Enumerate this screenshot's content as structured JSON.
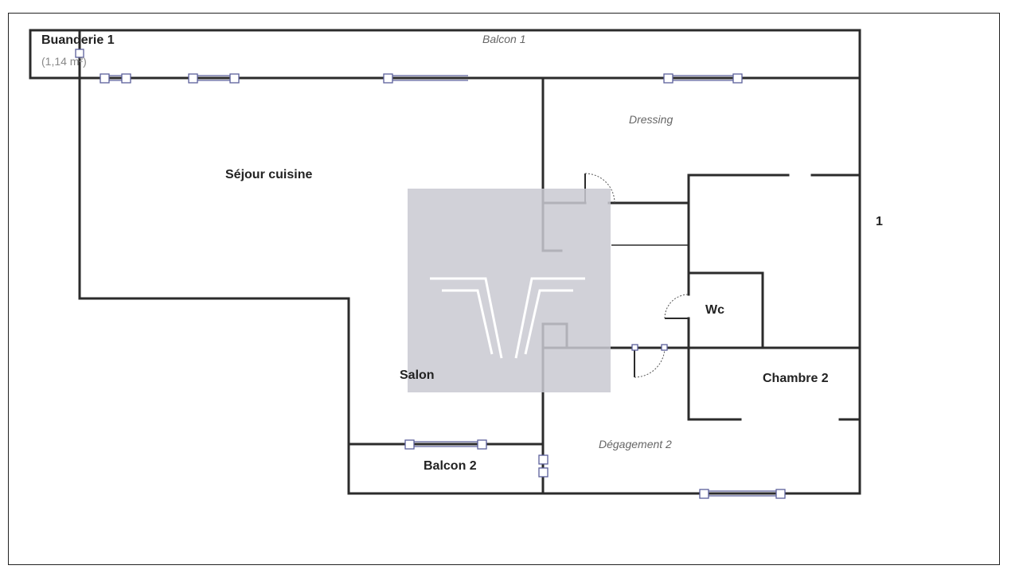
{
  "rooms": {
    "buanderie": {
      "name": "Buanderie 1",
      "area": "(1,14 m²)"
    },
    "cuisine": {
      "name": "Séjour cuisine"
    },
    "salon": {
      "name": "Salon"
    },
    "balcon": {
      "name": "Balcon 2"
    },
    "wc": {
      "name": "Wc"
    },
    "chambre1": {
      "name": "1"
    },
    "chambre2": {
      "name": "Chambre 2"
    },
    "degagement": {
      "name": "Dégagement 2"
    },
    "balcon1": {
      "name": "Balcon 1"
    },
    "dressing": {
      "name": "Dressing"
    }
  },
  "colors": {
    "wall": "#2b2b2b",
    "window": "#5b5f9a",
    "watermark": "#c9c9d1"
  },
  "watermark": {
    "icon": "tv-logo-icon"
  }
}
